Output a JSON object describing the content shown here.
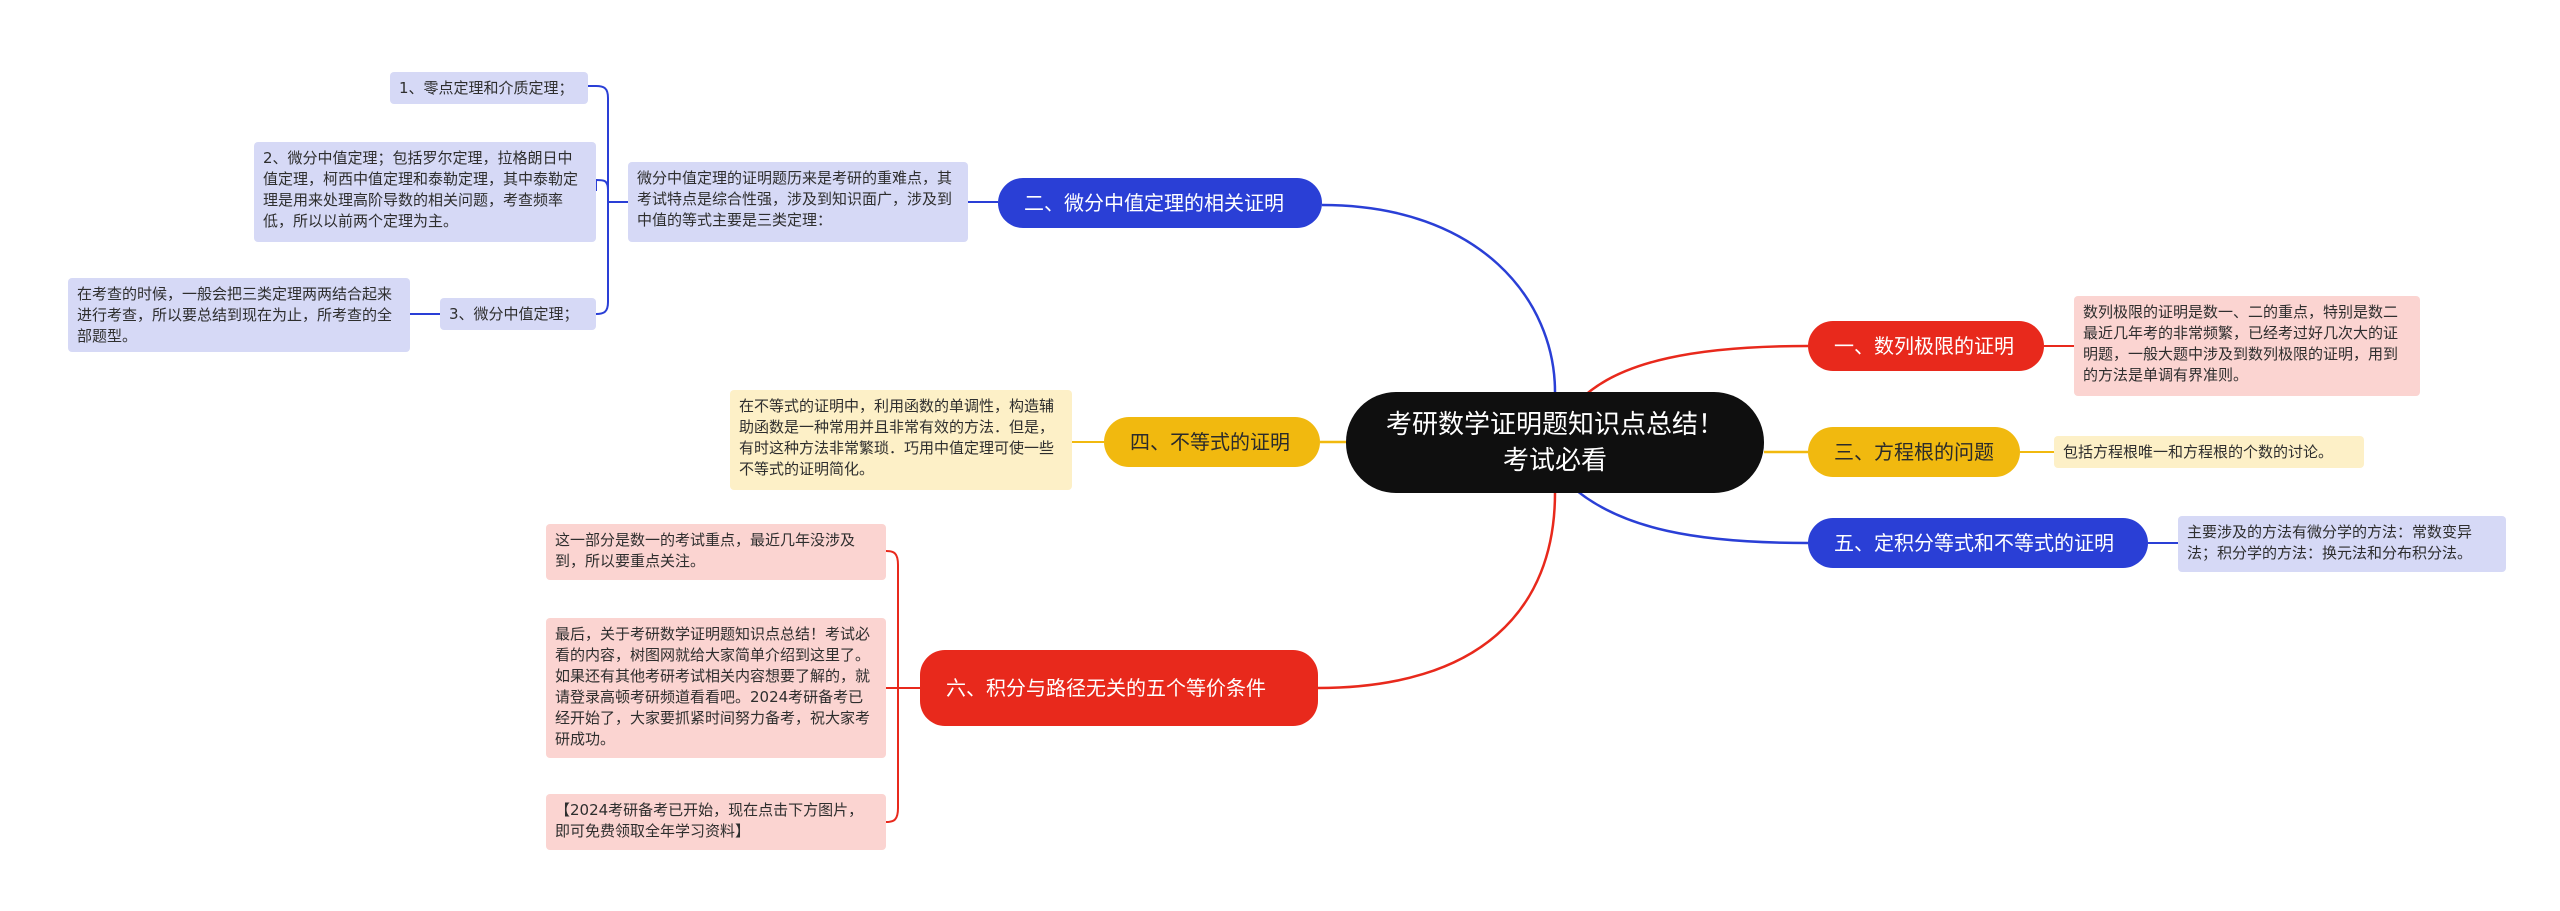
{
  "root": {
    "title": "考研数学证明题知识点总结！考试必看"
  },
  "colors": {
    "blue": "#2a3fd6",
    "red": "#e8291c",
    "yellow": "#f1b90f",
    "root": "#0f0f0f"
  },
  "branches": {
    "b1": {
      "label": "一、数列极限的证明",
      "note": "数列极限的证明是数一、二的重点，特别是数二最近几年考的非常频繁，已经考过好几次大的证明题，一般大题中涉及到数列极限的证明，用到的方法是单调有界准则。"
    },
    "b2": {
      "label": "二、微分中值定理的相关证明",
      "note": "微分中值定理的证明题历来是考研的重难点，其考试特点是综合性强，涉及到知识面广，涉及到中值的等式主要是三类定理：",
      "sub1": "1、零点定理和介质定理；",
      "sub2": "2、微分中值定理；包括罗尔定理，拉格朗日中值定理，柯西中值定理和泰勒定理，其中泰勒定理是用来处理高阶导数的相关问题，考查频率低，所以以前两个定理为主。",
      "sub3": "3、微分中值定理；",
      "sub3_note": "在考查的时候，一般会把三类定理两两结合起来进行考查，所以要总结到现在为止，所考查的全部题型。"
    },
    "b3": {
      "label": "三、方程根的问题",
      "note": "包括方程根唯一和方程根的个数的讨论。"
    },
    "b4": {
      "label": "四、不等式的证明",
      "note": "在不等式的证明中，利用函数的单调性，构造辅助函数是一种常用并且非常有效的方法．但是，有时这种方法非常繁琐．巧用中值定理可使一些不等式的证明简化。"
    },
    "b5": {
      "label": "五、定积分等式和不等式的证明",
      "note": "主要涉及的方法有微分学的方法：常数变异法；积分学的方法：换元法和分布积分法。"
    },
    "b6": {
      "label": "六、积分与路径无关的五个等价条件",
      "note1": "这一部分是数一的考试重点，最近几年没涉及到，所以要重点关注。",
      "note2": "最后，关于考研数学证明题知识点总结！考试必看的内容，树图网就给大家简单介绍到这里了。如果还有其他考研考试相关内容想要了解的，就请登录高顿考研频道看看吧。2024考研备考已经开始了，大家要抓紧时间努力备考，祝大家考研成功。",
      "note3": "【2024考研备考已开始，现在点击下方图片，即可免费领取全年学习资料】"
    }
  }
}
